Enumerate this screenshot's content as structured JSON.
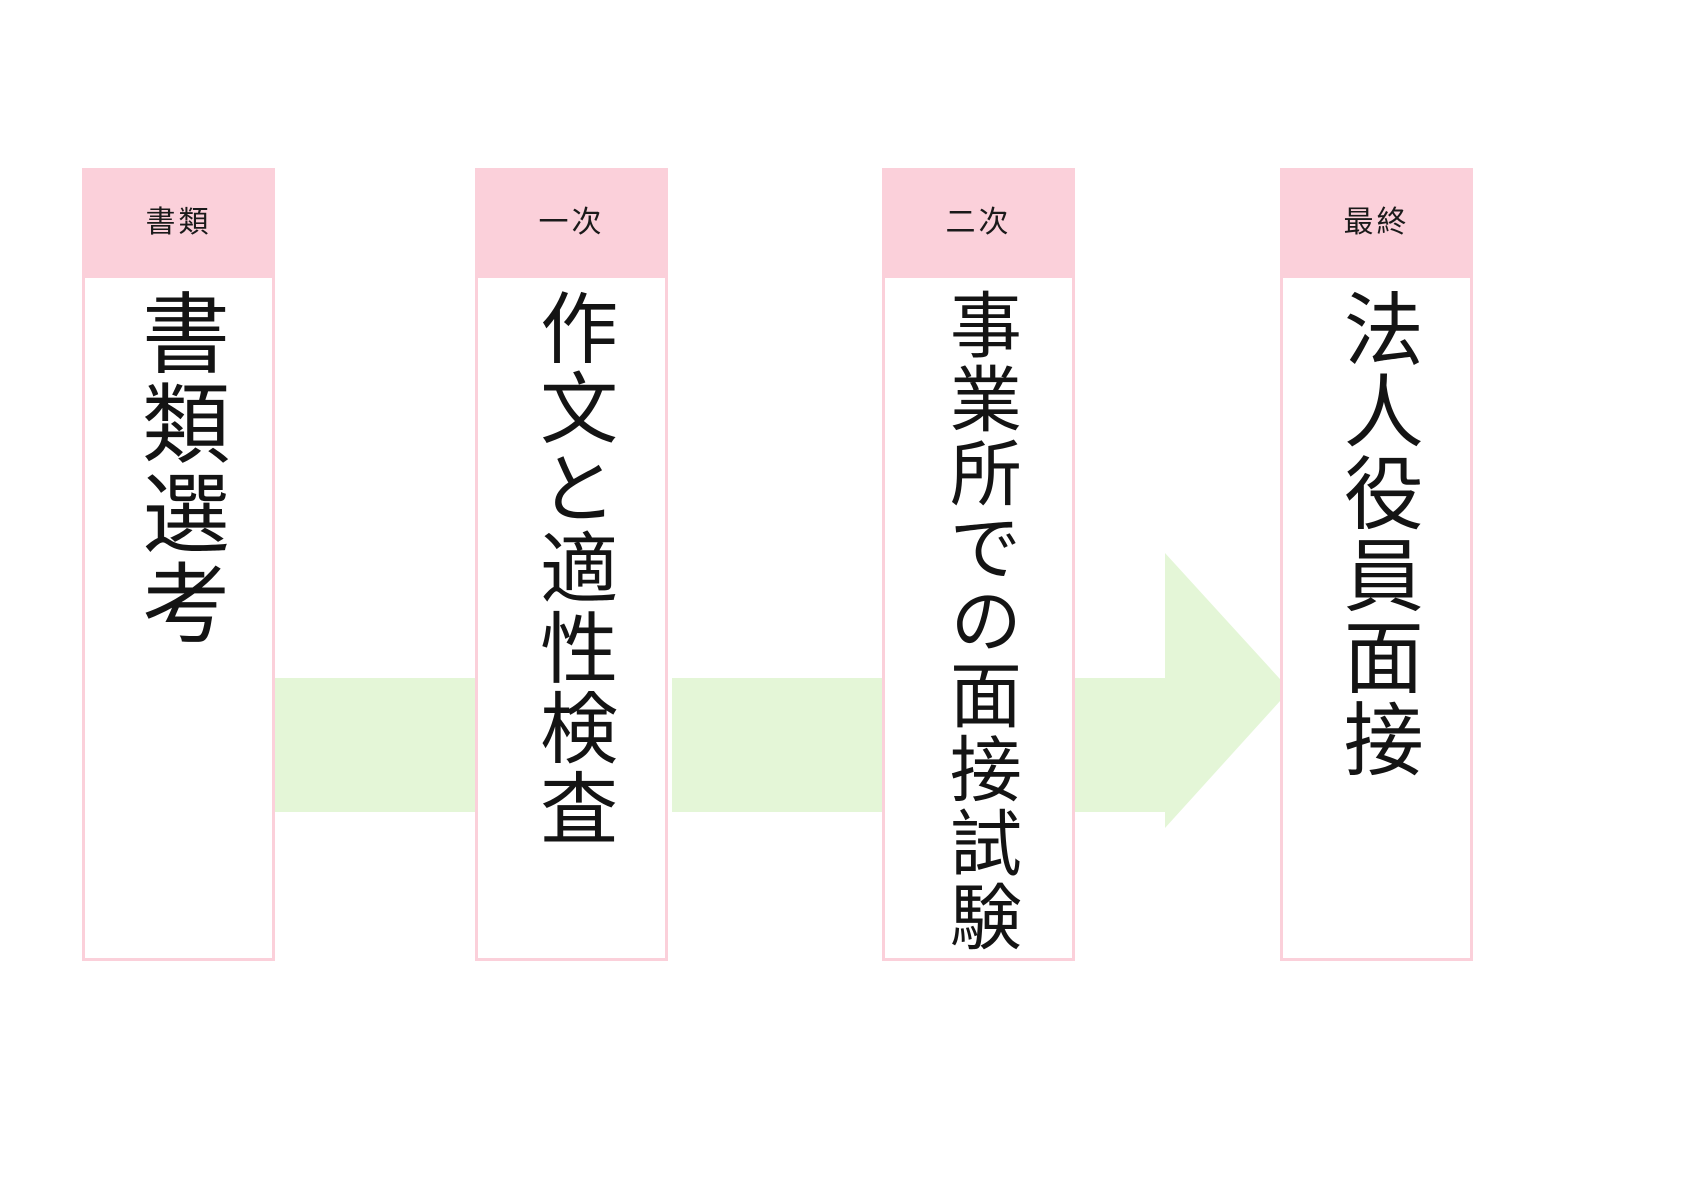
{
  "diagram": {
    "title_visible": false,
    "background_color": "#ffffff",
    "accent_pink": "#fbd0da",
    "accent_green": "#e4f6d7",
    "text_color": "#141414",
    "orientation": "horizontal-left-to-right",
    "text_direction": "vertical-rl"
  },
  "steps": [
    {
      "id": "step-1",
      "header": "書類",
      "body": "書類選考",
      "char_count": 4
    },
    {
      "id": "step-2",
      "header": "一次",
      "body": "作文と適性検査",
      "char_count": 7
    },
    {
      "id": "step-3",
      "header": "二次",
      "body": "事業所での面接試験",
      "char_count": 9
    },
    {
      "id": "step-4",
      "header": "最終",
      "body": "法人役員面接",
      "char_count": 6
    }
  ],
  "connectors": [
    {
      "id": "connector-1",
      "type": "band",
      "from": "step-1",
      "to": "step-2"
    },
    {
      "id": "connector-2",
      "type": "band",
      "from": "step-2",
      "to": "step-3"
    },
    {
      "id": "connector-3",
      "type": "arrow",
      "from": "step-3",
      "to": "step-4"
    }
  ]
}
